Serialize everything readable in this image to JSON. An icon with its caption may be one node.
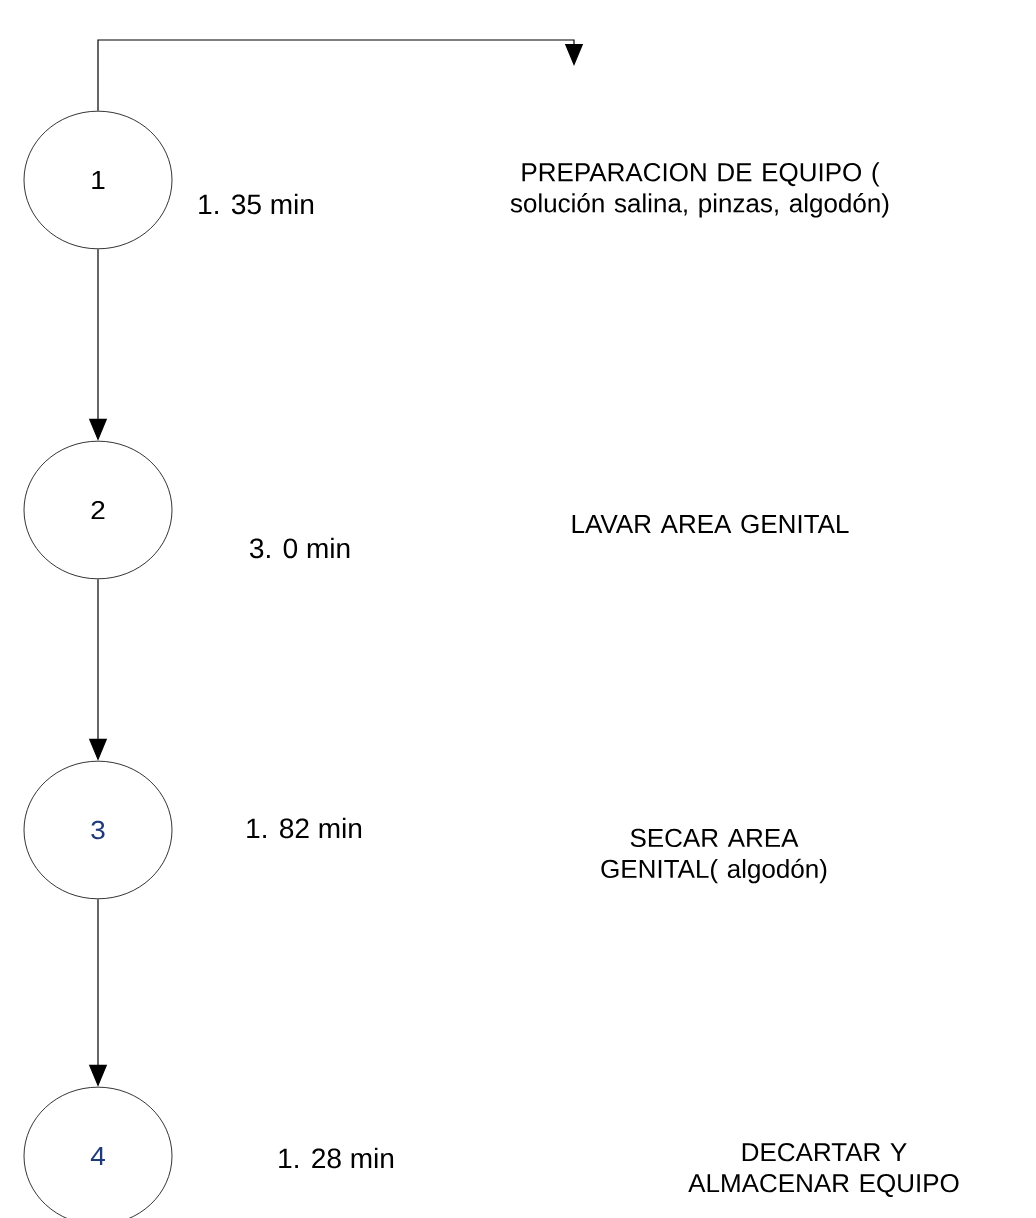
{
  "diagram": {
    "nodes": [
      {
        "text": [
          "1"
        ],
        "beside": [
          "1. 35 min"
        ]
      },
      {
        "text": [
          "2"
        ],
        "beside": [
          "3. 0 min"
        ]
      },
      {
        "text": [
          "3"
        ],
        "beside": [
          "1. 82 min"
        ]
      },
      {
        "text": [
          "4"
        ],
        "beside": [
          "1. 28 min"
        ]
      }
    ],
    "edges": [
      {
        "from": 0,
        "to": null,
        "arrow": "to"
      },
      {
        "from": 0,
        "to": 1,
        "arrow": "to"
      },
      {
        "from": 1,
        "to": 2,
        "arrow": "to"
      },
      {
        "from": 2,
        "to": 3,
        "arrow": "to"
      }
    ],
    "labels": [
      "PREPARACION DE EQUIPO ( solución salina, pinzas, algodón)",
      "LAVAR AREA GENITAL",
      "SECAR AREA GENITAL( algodón)",
      "DECARTAR Y ALMACENAR EQUIPO"
    ]
  }
}
